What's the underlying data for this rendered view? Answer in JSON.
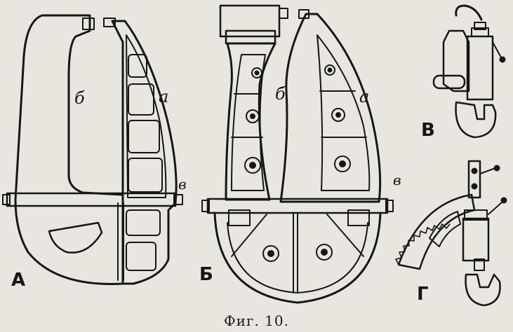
{
  "figure": {
    "caption": "Фиг. 10.",
    "panels": {
      "a": "А",
      "b": "Б",
      "v": "В",
      "g": "Г"
    },
    "part_labels": {
      "a_frame_a": "а",
      "a_frame_b": "б",
      "a_screw_v": "в",
      "b_frame_a": "а",
      "b_frame_b": "б",
      "b_screw_v": "в"
    }
  }
}
